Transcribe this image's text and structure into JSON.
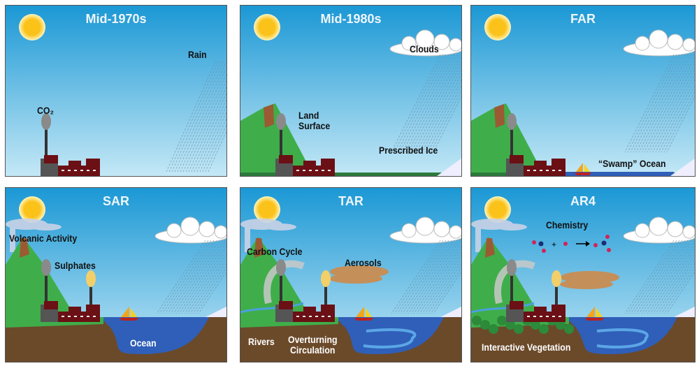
{
  "panels": [
    {
      "title": "Mid-1970s",
      "labels": [
        "Rain",
        "CO₂"
      ]
    },
    {
      "title": "Mid-1980s",
      "labels": [
        "Clouds",
        "Land Surface",
        "Prescribed Ice"
      ]
    },
    {
      "title": "FAR",
      "labels": [
        "“Swamp” Ocean"
      ]
    },
    {
      "title": "SAR",
      "labels": [
        "Volcanic Activity",
        "Sulphates",
        "Ocean"
      ]
    },
    {
      "title": "TAR",
      "labels": [
        "Carbon Cycle",
        "Aerosols",
        "Rivers",
        "Overturning Circulation"
      ]
    },
    {
      "title": "AR4",
      "labels": [
        "Chemistry",
        "Interactive Vegetation"
      ]
    }
  ],
  "colors": {
    "sky_top": "#1b98d5",
    "sky_bottom": "#c4e8f6",
    "sun": "#fbc21a",
    "factory": "#6b1015",
    "ocean": "#2f5fb8",
    "ground": "#6b4a2a",
    "mountain": "#3fae4a"
  }
}
